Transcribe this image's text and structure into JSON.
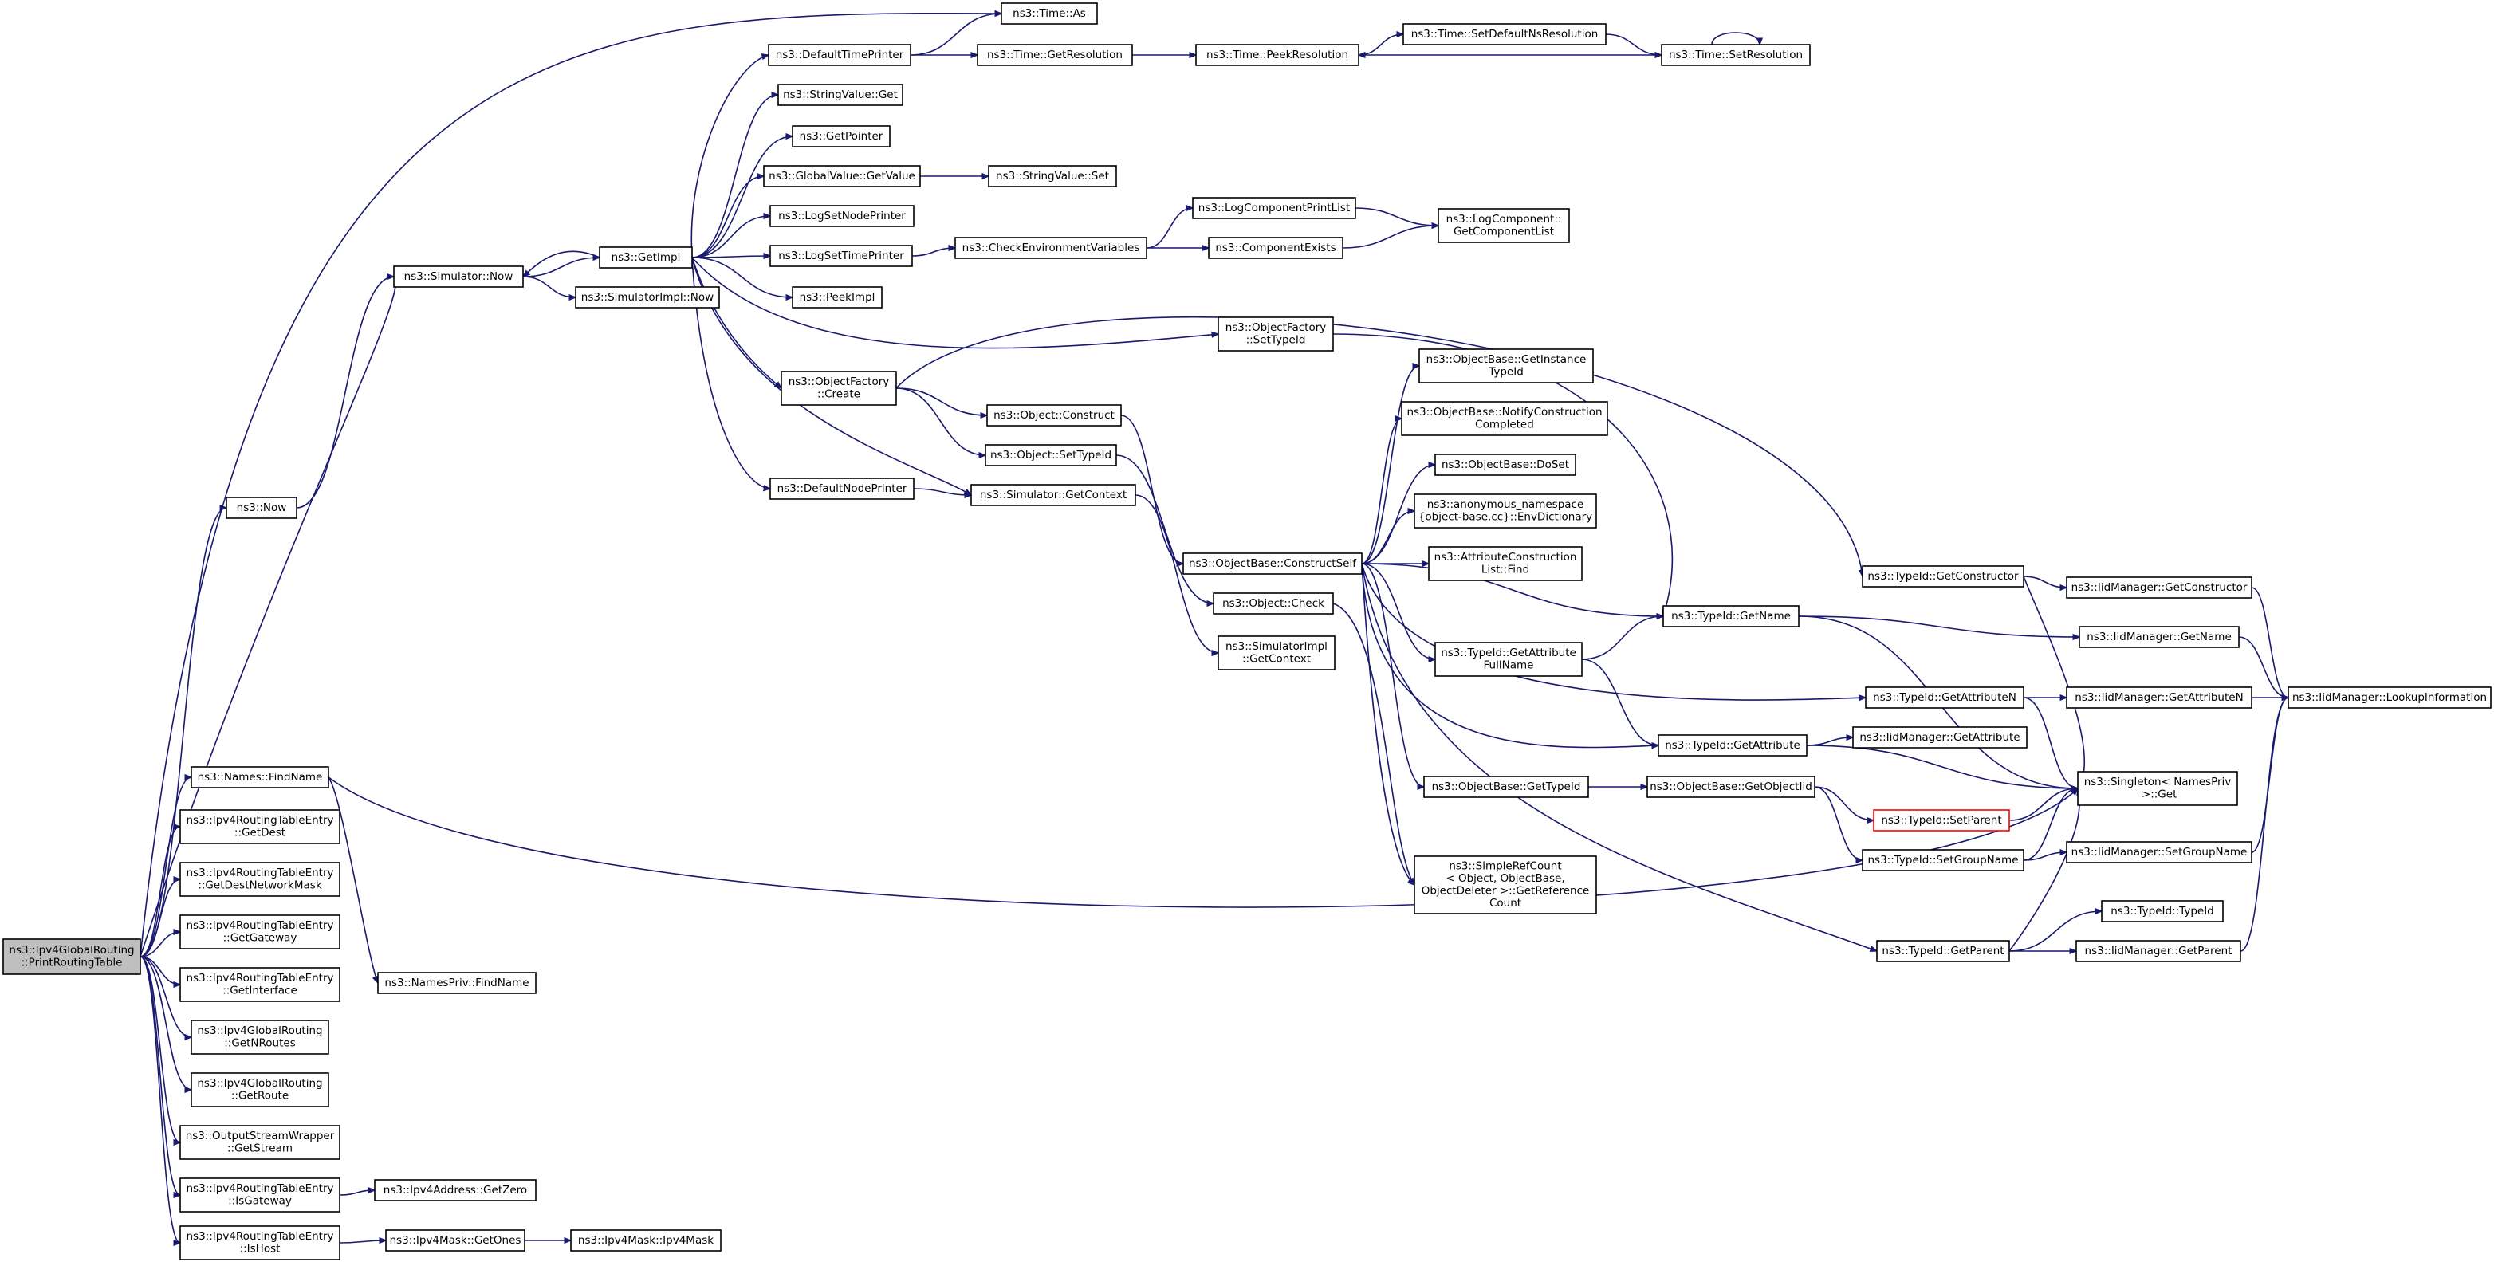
{
  "graph": {
    "title": "ns3::Ipv4GlobalRouting::PrintRoutingTable call graph",
    "edge_color": "#191970",
    "root_fill": "#bfbfbf",
    "missing_stroke": "#ff0000",
    "nodes": [
      {
        "id": "root",
        "lines": [
          "ns3::Ipv4GlobalRouting",
          "::PrintRoutingTable"
        ],
        "style": "root"
      },
      {
        "id": "time_as",
        "lines": [
          "ns3::Time::As"
        ]
      },
      {
        "id": "default_time_printer",
        "lines": [
          "ns3::DefaultTimePrinter"
        ]
      },
      {
        "id": "time_get_resolution",
        "lines": [
          "ns3::Time::GetResolution"
        ]
      },
      {
        "id": "time_peek_resolution",
        "lines": [
          "ns3::Time::PeekResolution"
        ]
      },
      {
        "id": "time_set_default_ns",
        "lines": [
          "ns3::Time::SetDefaultNsResolution"
        ]
      },
      {
        "id": "time_set_resolution",
        "lines": [
          "ns3::Time::SetResolution"
        ]
      },
      {
        "id": "stringvalue_get",
        "lines": [
          "ns3::StringValue::Get"
        ]
      },
      {
        "id": "get_pointer",
        "lines": [
          "ns3::GetPointer"
        ]
      },
      {
        "id": "globalvalue_getvalue",
        "lines": [
          "ns3::GlobalValue::GetValue"
        ]
      },
      {
        "id": "stringvalue_set",
        "lines": [
          "ns3::StringValue::Set"
        ]
      },
      {
        "id": "log_set_node_printer",
        "lines": [
          "ns3::LogSetNodePrinter"
        ]
      },
      {
        "id": "log_set_time_printer",
        "lines": [
          "ns3::LogSetTimePrinter"
        ]
      },
      {
        "id": "check_env_vars",
        "lines": [
          "ns3::CheckEnvironmentVariables"
        ]
      },
      {
        "id": "log_component_print_list",
        "lines": [
          "ns3::LogComponentPrintList"
        ]
      },
      {
        "id": "component_exists",
        "lines": [
          "ns3::ComponentExists"
        ]
      },
      {
        "id": "logcomponent_get_list",
        "lines": [
          "ns3::LogComponent::",
          "GetComponentList"
        ]
      },
      {
        "id": "simulator_now",
        "lines": [
          "ns3::Simulator::Now"
        ]
      },
      {
        "id": "get_impl",
        "lines": [
          "ns3::GetImpl"
        ]
      },
      {
        "id": "simulatorimpl_now",
        "lines": [
          "ns3::SimulatorImpl::Now"
        ]
      },
      {
        "id": "peek_impl",
        "lines": [
          "ns3::PeekImpl"
        ]
      },
      {
        "id": "objectfactory_settypeid",
        "lines": [
          "ns3::ObjectFactory",
          "::SetTypeId"
        ]
      },
      {
        "id": "objectfactory_create",
        "lines": [
          "ns3::ObjectFactory",
          "::Create"
        ]
      },
      {
        "id": "object_construct",
        "lines": [
          "ns3::Object::Construct"
        ]
      },
      {
        "id": "object_settypeid",
        "lines": [
          "ns3::Object::SetTypeId"
        ]
      },
      {
        "id": "default_node_printer",
        "lines": [
          "ns3::DefaultNodePrinter"
        ]
      },
      {
        "id": "simulator_getcontext",
        "lines": [
          "ns3::Simulator::GetContext"
        ]
      },
      {
        "id": "now",
        "lines": [
          "ns3::Now"
        ]
      },
      {
        "id": "objectbase_construct_self",
        "lines": [
          "ns3::ObjectBase::ConstructSelf"
        ]
      },
      {
        "id": "objectbase_get_instance_typeid",
        "lines": [
          "ns3::ObjectBase::GetInstance",
          "TypeId"
        ]
      },
      {
        "id": "objectbase_notify_construction",
        "lines": [
          "ns3::ObjectBase::NotifyConstruction",
          "Completed"
        ]
      },
      {
        "id": "objectbase_doset",
        "lines": [
          "ns3::ObjectBase::DoSet"
        ]
      },
      {
        "id": "anon_env_dictionary",
        "lines": [
          "ns3::anonymous_namespace",
          "{object-base.cc}::EnvDictionary"
        ]
      },
      {
        "id": "attribute_construction_find",
        "lines": [
          "ns3::AttributeConstruction",
          "List::Find"
        ]
      },
      {
        "id": "object_check",
        "lines": [
          "ns3::Object::Check"
        ]
      },
      {
        "id": "simulatorimpl_getcontext",
        "lines": [
          "ns3::SimulatorImpl",
          "::GetContext"
        ]
      },
      {
        "id": "typeid_getname",
        "lines": [
          "ns3::TypeId::GetName"
        ]
      },
      {
        "id": "typeid_get_attribute_fullname",
        "lines": [
          "ns3::TypeId::GetAttribute",
          "FullName"
        ]
      },
      {
        "id": "typeid_getconstructor",
        "lines": [
          "ns3::TypeId::GetConstructor"
        ]
      },
      {
        "id": "iid_getconstructor",
        "lines": [
          "ns3::IidManager::GetConstructor"
        ]
      },
      {
        "id": "iid_getname",
        "lines": [
          "ns3::IidManager::GetName"
        ]
      },
      {
        "id": "typeid_getattributen",
        "lines": [
          "ns3::TypeId::GetAttributeN"
        ]
      },
      {
        "id": "iid_getattributen",
        "lines": [
          "ns3::IidManager::GetAttributeN"
        ]
      },
      {
        "id": "iid_lookup_information",
        "lines": [
          "ns3::IidManager::LookupInformation"
        ]
      },
      {
        "id": "typeid_getattribute",
        "lines": [
          "ns3::TypeId::GetAttribute"
        ]
      },
      {
        "id": "iid_getattribute",
        "lines": [
          "ns3::IidManager::GetAttribute"
        ]
      },
      {
        "id": "objectbase_gettypeid",
        "lines": [
          "ns3::ObjectBase::GetTypeId"
        ]
      },
      {
        "id": "objectbase_getobjectiid",
        "lines": [
          "ns3::ObjectBase::GetObjectIid"
        ]
      },
      {
        "id": "singleton_namespriv_get",
        "lines": [
          "ns3::Singleton< NamesPriv",
          " >::Get"
        ]
      },
      {
        "id": "typeid_setparent",
        "lines": [
          "ns3::TypeId::SetParent"
        ],
        "style": "missing"
      },
      {
        "id": "typeid_setgroupname",
        "lines": [
          "ns3::TypeId::SetGroupName"
        ]
      },
      {
        "id": "iid_setgroupname",
        "lines": [
          "ns3::IidManager::SetGroupName"
        ]
      },
      {
        "id": "simple_refcount",
        "lines": [
          "ns3::SimpleRefCount",
          "< Object, ObjectBase,",
          "ObjectDeleter >::GetReference",
          "Count"
        ]
      },
      {
        "id": "typeid_typeid",
        "lines": [
          "ns3::TypeId::TypeId"
        ]
      },
      {
        "id": "typeid_getparent",
        "lines": [
          "ns3::TypeId::GetParent"
        ]
      },
      {
        "id": "iid_getparent",
        "lines": [
          "ns3::IidManager::GetParent"
        ]
      },
      {
        "id": "names_findname",
        "lines": [
          "ns3::Names::FindName"
        ]
      },
      {
        "id": "namespriv_findname",
        "lines": [
          "ns3::NamesPriv::FindName"
        ]
      },
      {
        "id": "rte_getdest",
        "lines": [
          "ns3::Ipv4RoutingTableEntry",
          "::GetDest"
        ]
      },
      {
        "id": "rte_getdestnetworkmask",
        "lines": [
          "ns3::Ipv4RoutingTableEntry",
          "::GetDestNetworkMask"
        ]
      },
      {
        "id": "rte_getgateway",
        "lines": [
          "ns3::Ipv4RoutingTableEntry",
          "::GetGateway"
        ]
      },
      {
        "id": "rte_getinterface",
        "lines": [
          "ns3::Ipv4RoutingTableEntry",
          "::GetInterface"
        ]
      },
      {
        "id": "gr_getnroutes",
        "lines": [
          "ns3::Ipv4GlobalRouting",
          "::GetNRoutes"
        ]
      },
      {
        "id": "gr_getroute",
        "lines": [
          "ns3::Ipv4GlobalRouting",
          "::GetRoute"
        ]
      },
      {
        "id": "osw_getstream",
        "lines": [
          "ns3::OutputStreamWrapper",
          "::GetStream"
        ]
      },
      {
        "id": "rte_isgateway",
        "lines": [
          "ns3::Ipv4RoutingTableEntry",
          "::IsGateway"
        ]
      },
      {
        "id": "ipv4address_getzero",
        "lines": [
          "ns3::Ipv4Address::GetZero"
        ]
      },
      {
        "id": "rte_ishost",
        "lines": [
          "ns3::Ipv4RoutingTableEntry",
          "::IsHost"
        ]
      },
      {
        "id": "ipv4mask_getones",
        "lines": [
          "ns3::Ipv4Mask::GetOnes"
        ]
      },
      {
        "id": "ipv4mask_ipv4mask",
        "lines": [
          "ns3::Ipv4Mask::Ipv4Mask"
        ]
      }
    ],
    "edges": [
      [
        "root",
        "time_as"
      ],
      [
        "root",
        "simulator_now"
      ],
      [
        "root",
        "now"
      ],
      [
        "root",
        "names_findname"
      ],
      [
        "root",
        "rte_getdest"
      ],
      [
        "root",
        "rte_getdestnetworkmask"
      ],
      [
        "root",
        "rte_getgateway"
      ],
      [
        "root",
        "rte_getinterface"
      ],
      [
        "root",
        "gr_getnroutes"
      ],
      [
        "root",
        "gr_getroute"
      ],
      [
        "root",
        "osw_getstream"
      ],
      [
        "root",
        "rte_isgateway"
      ],
      [
        "root",
        "rte_ishost"
      ],
      [
        "now",
        "simulator_now"
      ],
      [
        "simulator_now",
        "get_impl"
      ],
      [
        "simulator_now",
        "simulatorimpl_now"
      ],
      [
        "get_impl",
        "simulator_now"
      ],
      [
        "get_impl",
        "default_time_printer"
      ],
      [
        "get_impl",
        "stringvalue_get"
      ],
      [
        "get_impl",
        "get_pointer"
      ],
      [
        "get_impl",
        "globalvalue_getvalue"
      ],
      [
        "get_impl",
        "log_set_node_printer"
      ],
      [
        "get_impl",
        "log_set_time_printer"
      ],
      [
        "get_impl",
        "peek_impl"
      ],
      [
        "get_impl",
        "objectfactory_settypeid"
      ],
      [
        "get_impl",
        "objectfactory_create"
      ],
      [
        "get_impl",
        "default_node_printer"
      ],
      [
        "get_impl",
        "simulator_getcontext"
      ],
      [
        "default_time_printer",
        "time_as"
      ],
      [
        "default_time_printer",
        "time_get_resolution"
      ],
      [
        "time_get_resolution",
        "time_peek_resolution"
      ],
      [
        "time_peek_resolution",
        "time_set_default_ns"
      ],
      [
        "time_set_default_ns",
        "time_set_resolution"
      ],
      [
        "time_set_resolution",
        "time_peek_resolution"
      ],
      [
        "time_set_resolution",
        "time_set_resolution"
      ],
      [
        "globalvalue_getvalue",
        "stringvalue_set"
      ],
      [
        "log_set_time_printer",
        "check_env_vars"
      ],
      [
        "check_env_vars",
        "log_component_print_list"
      ],
      [
        "check_env_vars",
        "component_exists"
      ],
      [
        "log_component_print_list",
        "logcomponent_get_list"
      ],
      [
        "component_exists",
        "logcomponent_get_list"
      ],
      [
        "objectfactory_settypeid",
        "typeid_getname"
      ],
      [
        "objectfactory_create",
        "typeid_getconstructor"
      ],
      [
        "objectfactory_create",
        "object_construct"
      ],
      [
        "objectfactory_create",
        "object_settypeid"
      ],
      [
        "object_construct",
        "objectbase_construct_self"
      ],
      [
        "object_settypeid",
        "object_check"
      ],
      [
        "default_node_printer",
        "simulator_getcontext"
      ],
      [
        "simulator_getcontext",
        "simulatorimpl_getcontext"
      ],
      [
        "objectbase_construct_self",
        "objectbase_get_instance_typeid"
      ],
      [
        "objectbase_construct_self",
        "objectbase_notify_construction"
      ],
      [
        "objectbase_construct_self",
        "objectbase_doset"
      ],
      [
        "objectbase_construct_self",
        "anon_env_dictionary"
      ],
      [
        "objectbase_construct_self",
        "attribute_construction_find"
      ],
      [
        "objectbase_construct_self",
        "typeid_getname"
      ],
      [
        "objectbase_construct_self",
        "typeid_get_attribute_fullname"
      ],
      [
        "objectbase_construct_self",
        "typeid_getattributen"
      ],
      [
        "objectbase_construct_self",
        "typeid_getattribute"
      ],
      [
        "objectbase_construct_self",
        "objectbase_gettypeid"
      ],
      [
        "objectbase_construct_self",
        "simple_refcount"
      ],
      [
        "objectbase_construct_self",
        "typeid_getparent"
      ],
      [
        "object_check",
        "simple_refcount"
      ],
      [
        "typeid_get_attribute_fullname",
        "typeid_getname"
      ],
      [
        "typeid_get_attribute_fullname",
        "typeid_getattribute"
      ],
      [
        "typeid_getname",
        "iid_getname"
      ],
      [
        "typeid_getname",
        "singleton_namespriv_get"
      ],
      [
        "typeid_getconstructor",
        "iid_getconstructor"
      ],
      [
        "typeid_getconstructor",
        "singleton_namespriv_get"
      ],
      [
        "iid_getconstructor",
        "iid_lookup_information"
      ],
      [
        "iid_getname",
        "iid_lookup_information"
      ],
      [
        "typeid_getattributen",
        "iid_getattributen"
      ],
      [
        "typeid_getattributen",
        "singleton_namespriv_get"
      ],
      [
        "iid_getattributen",
        "iid_lookup_information"
      ],
      [
        "typeid_getattribute",
        "iid_getattribute"
      ],
      [
        "typeid_getattribute",
        "singleton_namespriv_get"
      ],
      [
        "objectbase_gettypeid",
        "objectbase_getobjectiid"
      ],
      [
        "objectbase_getobjectiid",
        "typeid_setparent"
      ],
      [
        "objectbase_getobjectiid",
        "typeid_setgroupname"
      ],
      [
        "typeid_setparent",
        "singleton_namespriv_get"
      ],
      [
        "typeid_setgroupname",
        "iid_setgroupname"
      ],
      [
        "typeid_setgroupname",
        "singleton_namespriv_get"
      ],
      [
        "iid_setgroupname",
        "iid_lookup_information"
      ],
      [
        "typeid_getparent",
        "typeid_typeid"
      ],
      [
        "typeid_getparent",
        "iid_getparent"
      ],
      [
        "typeid_getparent",
        "singleton_namespriv_get"
      ],
      [
        "iid_getparent",
        "iid_lookup_information"
      ],
      [
        "names_findname",
        "namespriv_findname"
      ],
      [
        "names_findname",
        "singleton_namespriv_get"
      ],
      [
        "rte_isgateway",
        "ipv4address_getzero"
      ],
      [
        "rte_ishost",
        "ipv4mask_getones"
      ],
      [
        "ipv4mask_getones",
        "ipv4mask_ipv4mask"
      ]
    ]
  }
}
